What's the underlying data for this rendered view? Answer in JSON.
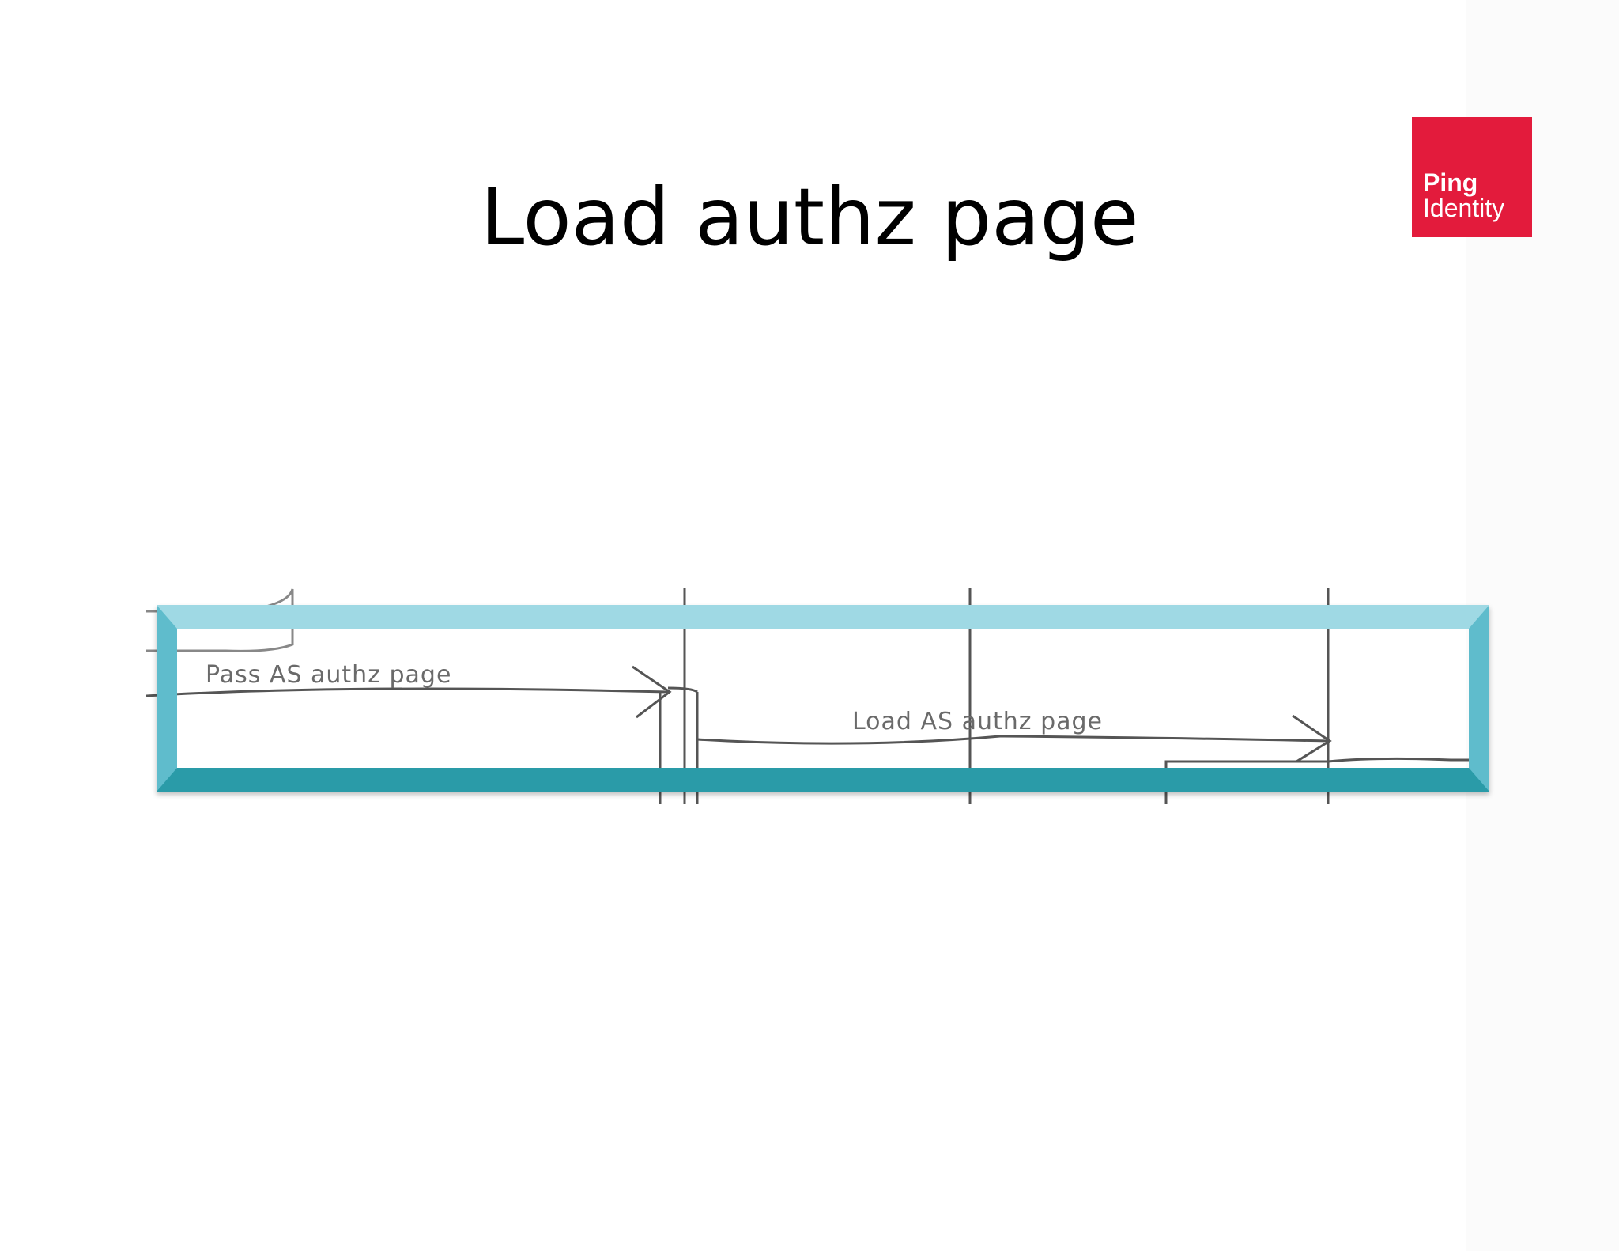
{
  "slide": {
    "title": "Load authz page"
  },
  "logo": {
    "line1": "Ping",
    "line2": "Identity",
    "color": "#e31b3c"
  },
  "diagram": {
    "messages": [
      {
        "label": "Pass AS authz page"
      },
      {
        "label": "Load AS authz page"
      }
    ],
    "highlight_color": "#3aa9b6"
  }
}
